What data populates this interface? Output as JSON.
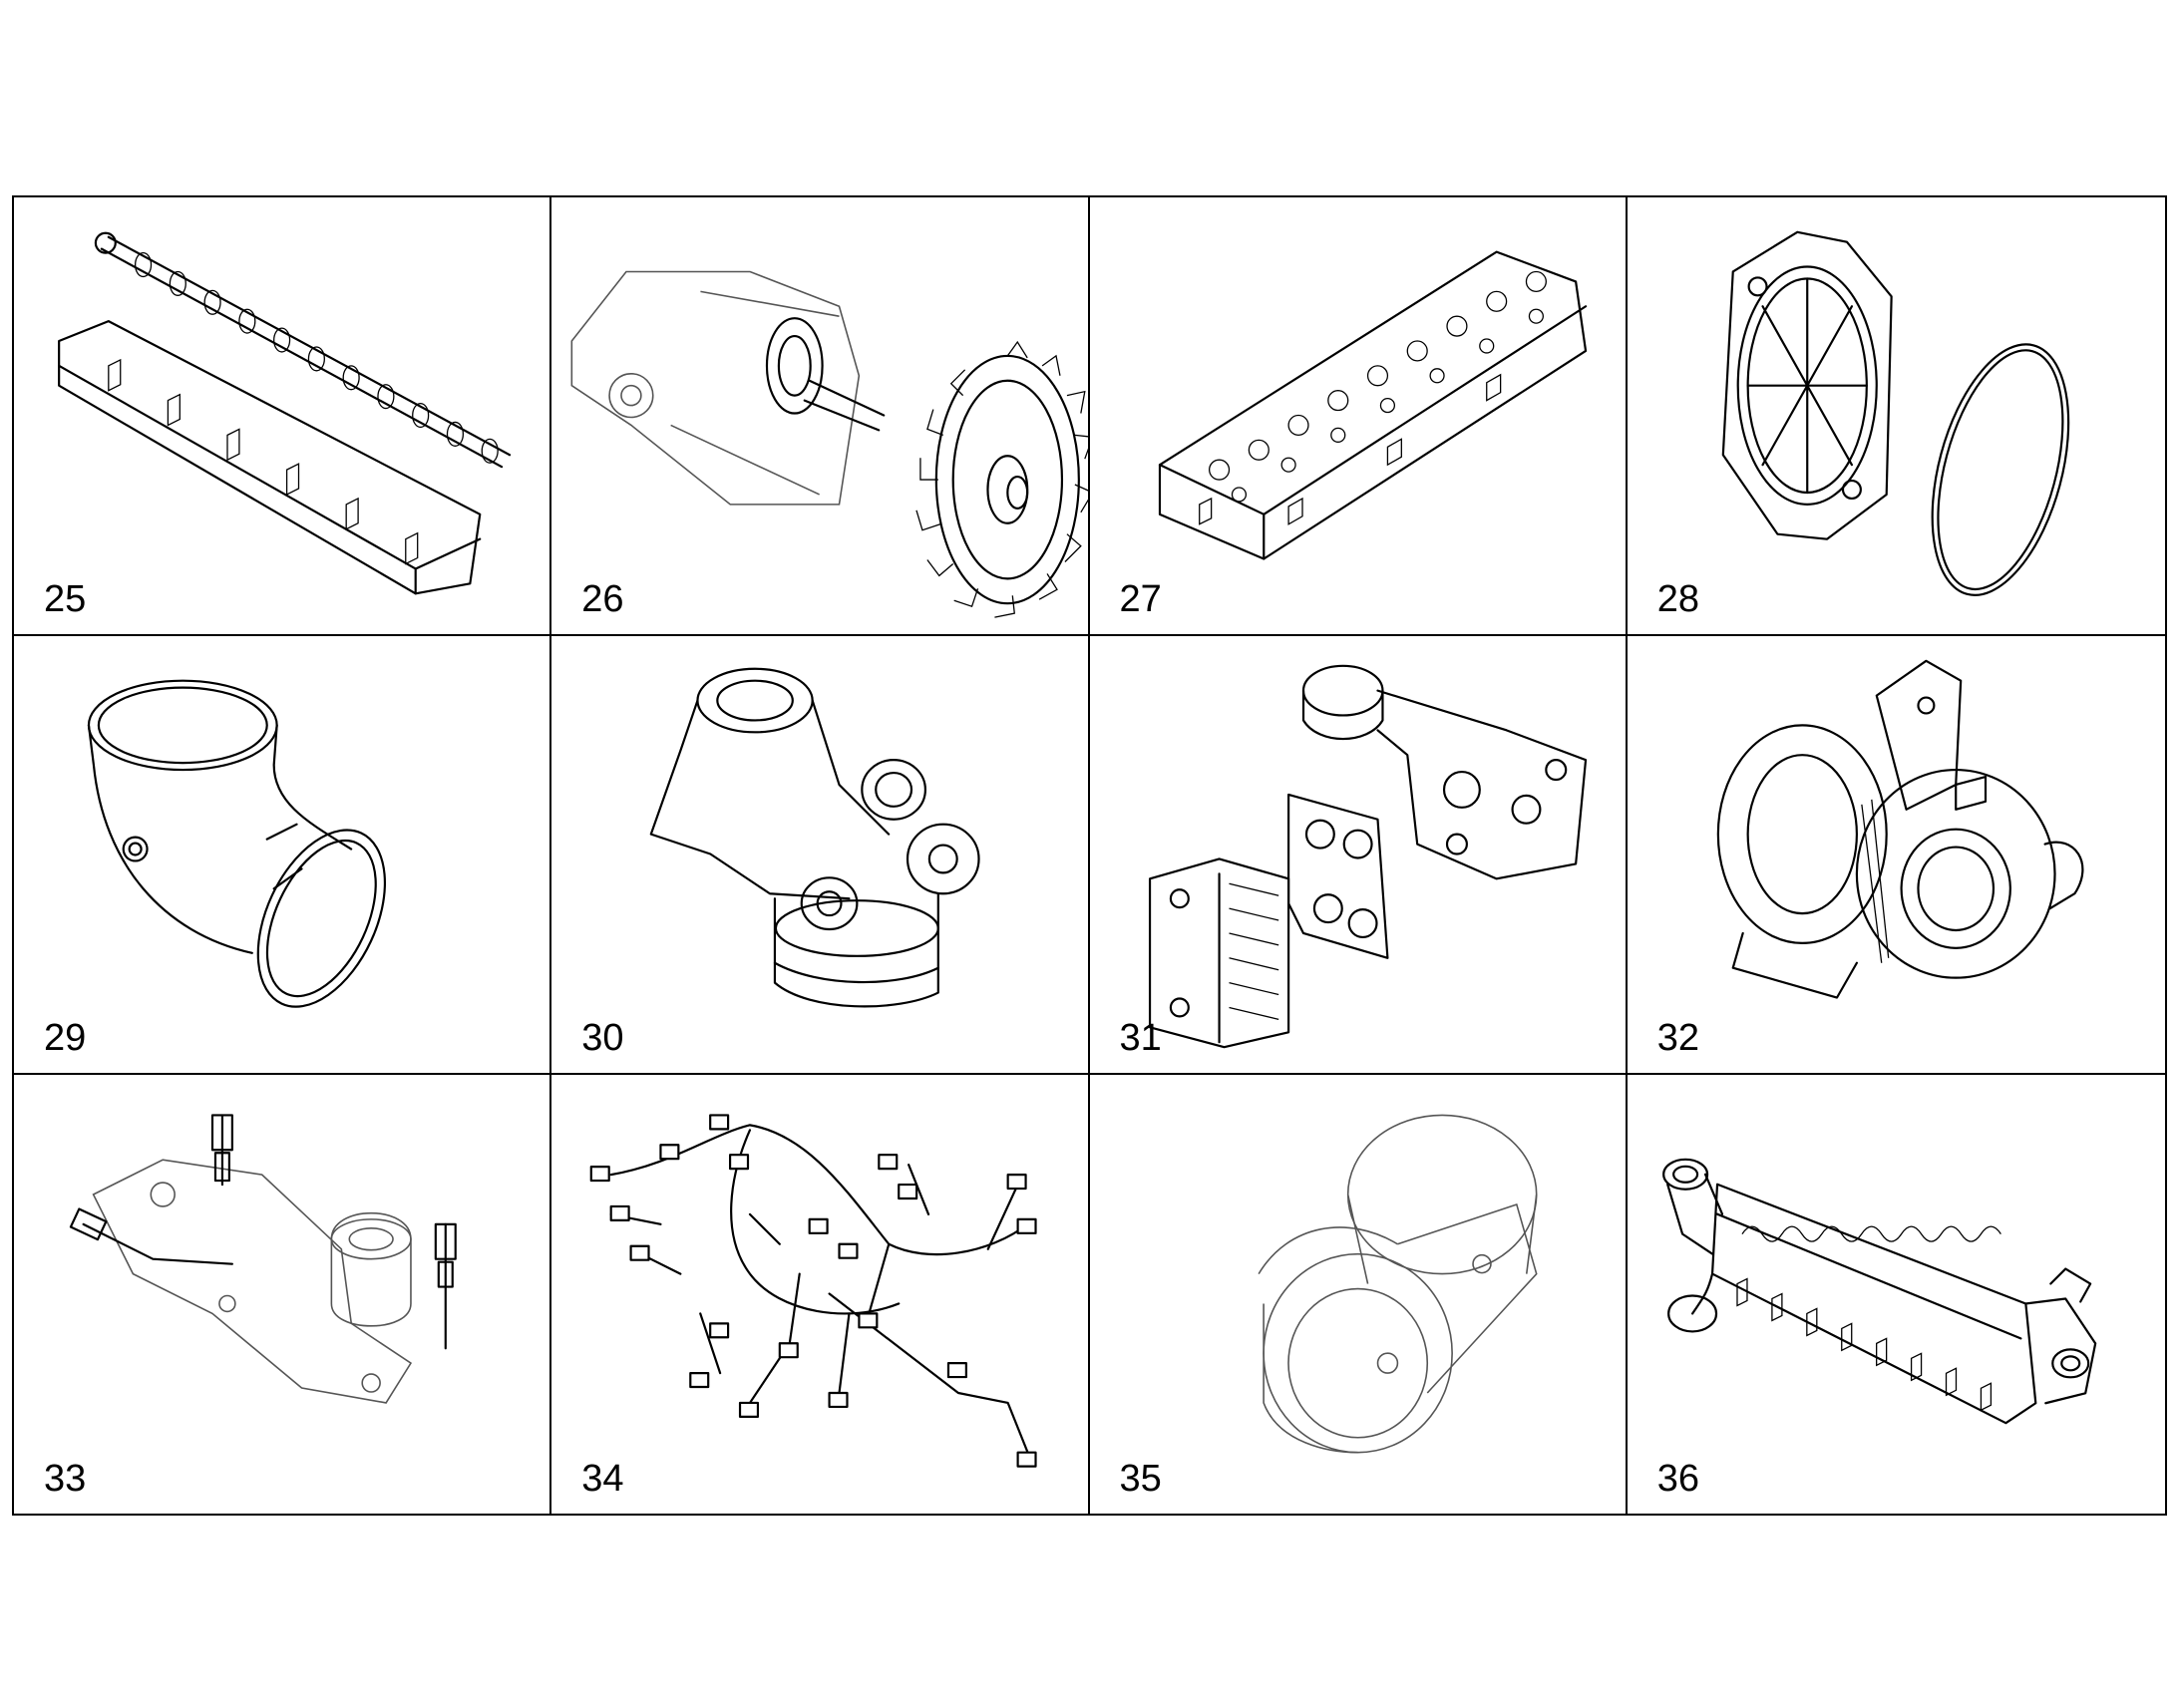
{
  "parts": [
    {
      "number": "25",
      "icon": "camshaft-with-bearing-carrier"
    },
    {
      "number": "26",
      "icon": "pump-with-gear"
    },
    {
      "number": "27",
      "icon": "cylinder-head"
    },
    {
      "number": "28",
      "icon": "cover-plate-with-o-ring"
    },
    {
      "number": "29",
      "icon": "elbow-pipe"
    },
    {
      "number": "30",
      "icon": "thermostat-housing"
    },
    {
      "number": "31",
      "icon": "oil-cooler-with-gaskets"
    },
    {
      "number": "32",
      "icon": "turbocharger"
    },
    {
      "number": "33",
      "icon": "oil-module-with-sensors"
    },
    {
      "number": "34",
      "icon": "wiring-harness"
    },
    {
      "number": "35",
      "icon": "belt-tensioner"
    },
    {
      "number": "36",
      "icon": "egr-cooler"
    }
  ]
}
